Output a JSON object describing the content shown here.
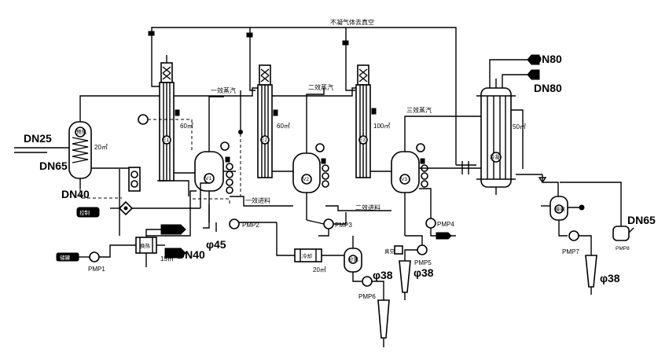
{
  "diagram": {
    "colors": {
      "line": "#000000",
      "background": "#ffffff"
    },
    "labels": {
      "top_header": "不凝气体去真空",
      "dn25": "DN25",
      "dn65_left": "DN65",
      "dn40_left": "DN40",
      "area_preheater": "20㎡",
      "area_effect1": "60㎡",
      "area_effect2": "60㎡",
      "area_effect3": "100㎡",
      "area_condenser": "50㎡",
      "area_exchanger": "15㎡",
      "area_cooler": "20㎡",
      "dn80_a": "DN80",
      "dn80_b": "DN80",
      "dn65_right": "DN65",
      "dn40_bottom": "DN40",
      "phi45": "φ45",
      "phi38_a": "φ38",
      "phi38_b": "φ38",
      "phi38_c": "φ38",
      "pmp1": "PMP1",
      "pmp2": "PMP2",
      "pmp3": "PMP3",
      "pmp4": "PMP4",
      "pmp5": "PMP5",
      "pmp6": "PMP6",
      "pmp7": "PMP7",
      "pmp8": "PMP8",
      "steam1": "一效蒸汽",
      "steam2": "二效蒸汽",
      "steam3": "三效蒸汽",
      "feed1": "一效进料",
      "feed2": "二效进料",
      "tag_e1": "E1",
      "tag_e2": "E2",
      "tag_e3": "E3",
      "tag_v1": "V1",
      "tag_v2": "V2",
      "tag_v3": "V3",
      "tag_pre": "预热",
      "tag_cond": "冷凝",
      "tag_hx": "换热",
      "tag_cool": "冷却",
      "tag_recv": "接收",
      "tag_sep": "分离",
      "tag_tank": "储罐",
      "tag_vac": "真空",
      "tag_ctrl": "控制"
    }
  }
}
